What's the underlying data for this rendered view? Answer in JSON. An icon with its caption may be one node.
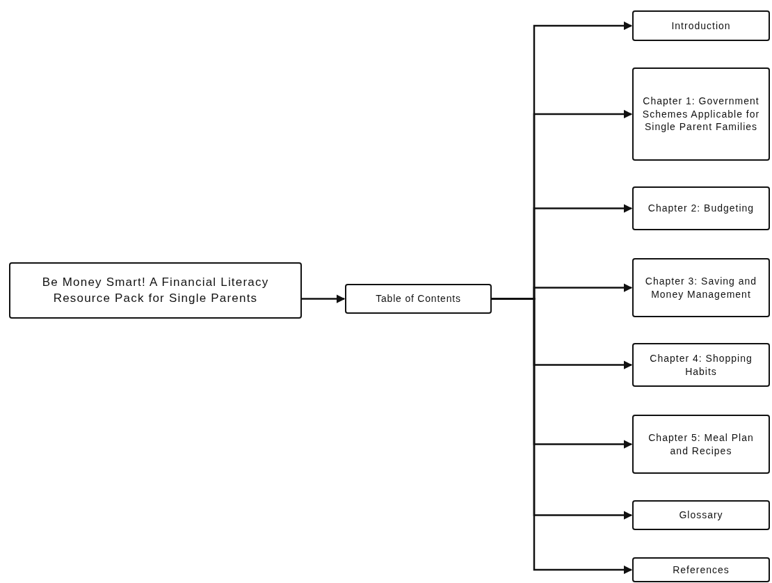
{
  "diagram": {
    "nodes": [
      {
        "text": [
          "Be Money Smart! A Financial Literacy Resource Pack for Single Parents"
        ]
      },
      {
        "text": [
          "Table of Contents"
        ]
      },
      {
        "text": [
          "Introduction"
        ]
      },
      {
        "text": [
          "Chapter 1: Government Schemes Applicable for Single Parent Families"
        ]
      },
      {
        "text": [
          "Chapter 2: Budgeting"
        ]
      },
      {
        "text": [
          "Chapter 3: Saving and Money Management"
        ]
      },
      {
        "text": [
          "Chapter 4: Shopping Habits"
        ]
      },
      {
        "text": [
          "Chapter 5: Meal Plan and Recipes"
        ]
      },
      {
        "text": [
          "Glossary"
        ]
      },
      {
        "text": [
          "References"
        ]
      }
    ],
    "edges": [
      {
        "from": 0,
        "to": 1,
        "arrow": "to"
      },
      {
        "from": 1,
        "to": 2,
        "arrow": "to"
      },
      {
        "from": 1,
        "to": 3,
        "arrow": "to"
      },
      {
        "from": 1,
        "to": 4,
        "arrow": "to"
      },
      {
        "from": 1,
        "to": 5,
        "arrow": "to"
      },
      {
        "from": 1,
        "to": 6,
        "arrow": "to"
      },
      {
        "from": 1,
        "to": 7,
        "arrow": "to"
      },
      {
        "from": 1,
        "to": 8,
        "arrow": "to"
      },
      {
        "from": 1,
        "to": 9,
        "arrow": "to"
      }
    ]
  }
}
